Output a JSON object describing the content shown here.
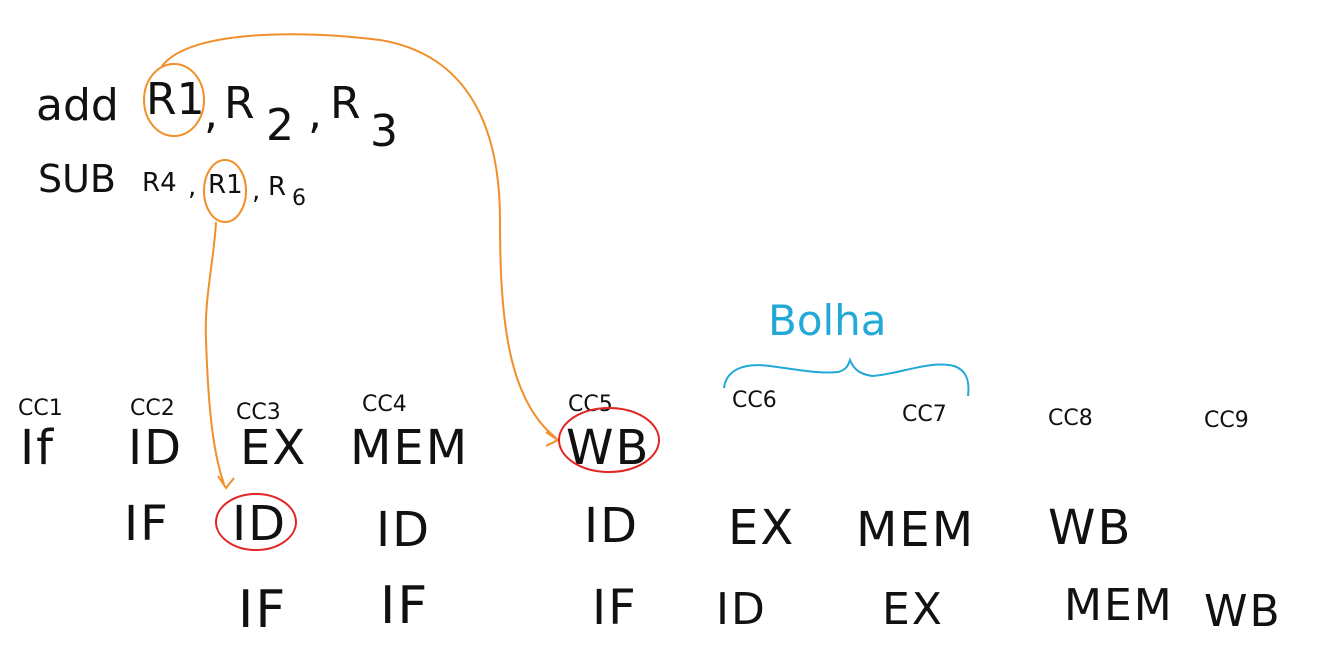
{
  "instructions": {
    "line1": {
      "op": "add",
      "rd": "R1",
      "sep1": ",",
      "rs": "R",
      "rs_sub": "2",
      "sep2": ",",
      "rt": "R",
      "rt_sub": "3"
    },
    "line2": {
      "op": "SUB",
      "rd": "R4",
      "sep1": ",",
      "rs": "R1",
      "sep2": ",",
      "rt": "R",
      "rt_sub": "6"
    }
  },
  "bubble": {
    "label": "Bolha",
    "color": "#22a9d6"
  },
  "cycles": [
    "CC1",
    "CC2",
    "CC3",
    "CC4",
    "CC5",
    "CC6",
    "CC7",
    "CC8",
    "CC9"
  ],
  "pipeline": {
    "row1": [
      "If",
      "ID",
      "EX",
      "MEM",
      "WB"
    ],
    "row2": [
      "IF",
      "ID",
      "ID",
      "ID",
      "EX",
      "MEM",
      "WB"
    ],
    "row3": [
      "IF",
      "IF",
      "IF",
      "ID",
      "EX",
      "MEM",
      "WB"
    ]
  },
  "colors": {
    "arrow": "#f0902a",
    "highlight": "#e02626",
    "ink": "#111111"
  }
}
